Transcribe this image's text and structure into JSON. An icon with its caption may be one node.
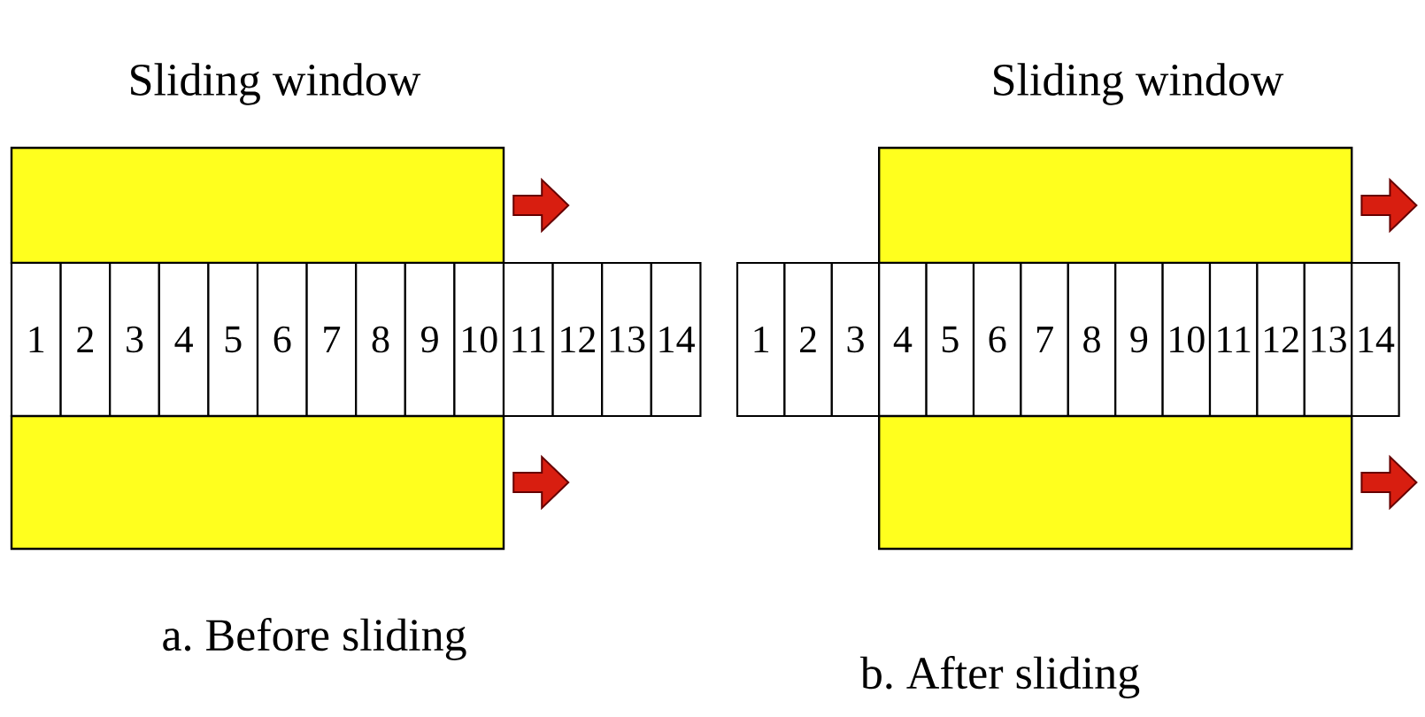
{
  "diagram": {
    "nodes": [
      {
        "text": [],
        "shape": "box"
      },
      {
        "text": [
          "1"
        ]
      },
      {
        "text": [
          "2"
        ]
      },
      {
        "text": [
          "3"
        ]
      },
      {
        "text": [
          "4"
        ]
      },
      {
        "text": [
          "5"
        ]
      },
      {
        "text": [
          "6"
        ]
      },
      {
        "text": [
          "7"
        ]
      },
      {
        "text": [
          "8"
        ]
      },
      {
        "text": [
          "9"
        ]
      },
      {
        "text": [
          "10"
        ]
      },
      {
        "text": [
          "11"
        ]
      },
      {
        "text": [
          "12"
        ]
      },
      {
        "text": [
          "13"
        ]
      },
      {
        "text": [
          "14"
        ]
      },
      {
        "text": [],
        "shape": "box"
      },
      {
        "text": [],
        "shape": "box"
      },
      {
        "text": [
          "1"
        ]
      },
      {
        "text": [
          "2"
        ]
      },
      {
        "text": [
          "3"
        ]
      },
      {
        "text": [
          "4"
        ]
      },
      {
        "text": [
          "5"
        ]
      },
      {
        "text": [
          "6"
        ]
      },
      {
        "text": [
          "7"
        ]
      },
      {
        "text": [
          "8"
        ]
      },
      {
        "text": [
          "9"
        ]
      },
      {
        "text": [
          "10"
        ]
      },
      {
        "text": [
          "11"
        ]
      },
      {
        "text": [
          "12"
        ]
      },
      {
        "text": [
          "13"
        ]
      },
      {
        "text": [
          "14"
        ]
      },
      {
        "text": [],
        "shape": "box"
      }
    ],
    "edges": [
      {
        "from": 0,
        "to": null,
        "arrow": "to"
      },
      {
        "from": 15,
        "to": null,
        "arrow": "to"
      },
      {
        "from": 16,
        "to": null,
        "arrow": "to"
      },
      {
        "from": 31,
        "to": null,
        "arrow": "to"
      }
    ],
    "labels": [
      "Sliding window",
      "Sliding window",
      "a. Before sliding",
      "b. After sliding"
    ]
  }
}
